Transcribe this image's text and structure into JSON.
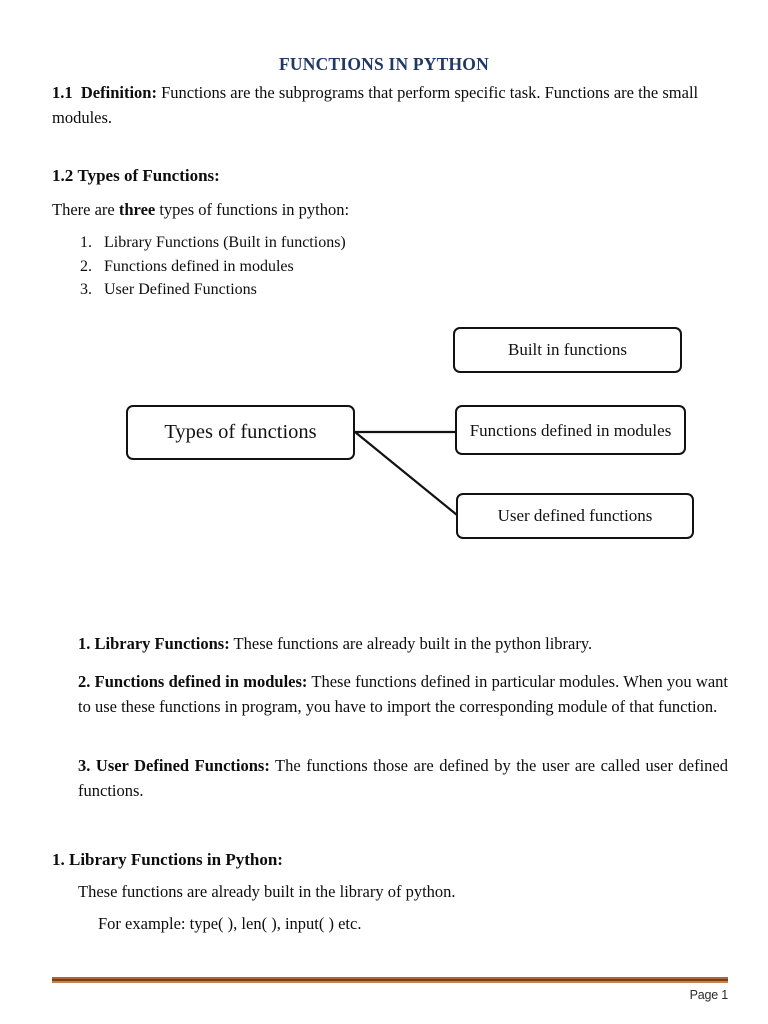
{
  "document": {
    "title": "FUNCTIONS IN PYTHON",
    "title_color": "#1F3864"
  },
  "sections": {
    "definition": {
      "number": "1.1",
      "heading": "Definition:",
      "body": "Functions are the subprograms that perform specific task. Functions are the small modules."
    },
    "types": {
      "number": "1.2",
      "heading": "Types of Functions:",
      "intro_before": "There are ",
      "intro_emphasis": "three",
      "intro_after": " types of functions in python:",
      "list": [
        {
          "num": "1.",
          "label": "Library Functions (Built in functions)"
        },
        {
          "num": "2.",
          "label": "Functions defined in modules"
        },
        {
          "num": "3.",
          "label": "User Defined Functions"
        }
      ]
    }
  },
  "diagram": {
    "root": "Types of functions",
    "nodes": [
      {
        "id": "builtin",
        "label": "Built in functions"
      },
      {
        "id": "modules",
        "label": "Functions defined in modules"
      },
      {
        "id": "userdef",
        "label": "User defined functions"
      }
    ]
  },
  "descriptions": [
    {
      "lead": "1. Library Functions:",
      "text": " These functions are already built in the python library."
    },
    {
      "lead": "2. Functions defined in modules:",
      "text": " These functions defined in particular modules. When you want to use these functions in program, you have to import the corresponding module of that function."
    },
    {
      "lead": "3. User Defined Functions:",
      "text": " The functions those are defined by the user are called user defined functions."
    }
  ],
  "library_section": {
    "heading": "1. Library Functions in Python:",
    "line1": "These functions are already built in the library of python.",
    "line2": "For example: type( ), len( ), input( ) etc."
  },
  "footer": {
    "page_label": "Page 1",
    "rule_color": "#7B3F10"
  }
}
